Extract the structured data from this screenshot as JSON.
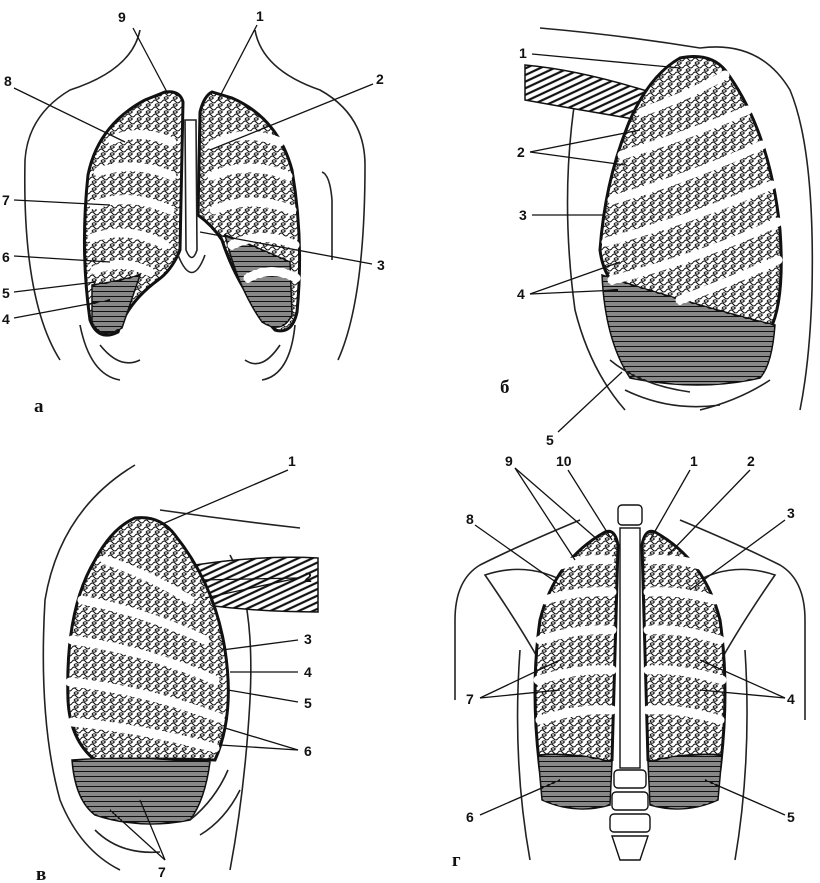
{
  "panels": {
    "a": {
      "letter": "а",
      "labels": [
        "9",
        "1",
        "8",
        "2",
        "7",
        "6",
        "3",
        "5",
        "4"
      ]
    },
    "b": {
      "letter": "б",
      "labels": [
        "1",
        "2",
        "3",
        "4",
        "5"
      ]
    },
    "v": {
      "letter": "в",
      "labels": [
        "1",
        "2",
        "3",
        "4",
        "5",
        "6",
        "7"
      ]
    },
    "g": {
      "letter": "г",
      "labels": [
        "9",
        "10",
        "1",
        "2",
        "3",
        "8",
        "7",
        "4",
        "6",
        "5"
      ]
    }
  },
  "colors": {
    "ink": "#111111",
    "paper": "#ffffff"
  }
}
